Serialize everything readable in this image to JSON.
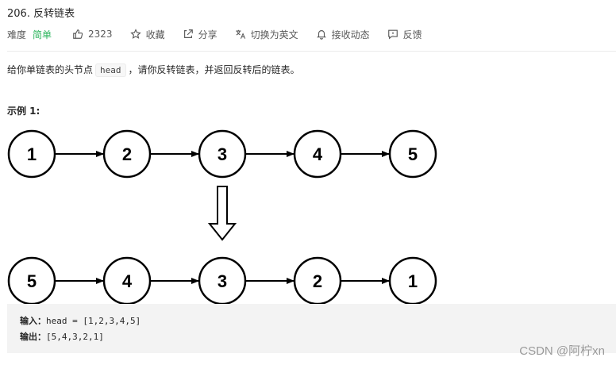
{
  "problem": {
    "title": "206. 反转链表",
    "difficulty_label": "难度",
    "difficulty_value": "简单",
    "likes": "2323",
    "favorite_label": "收藏",
    "share_label": "分享",
    "translate_label": "切换为英文",
    "notify_label": "接收动态",
    "feedback_label": "反馈"
  },
  "description": {
    "prefix": "给你单链表的头节点",
    "code": "head",
    "suffix": "，请你反转链表，并返回反转后的链表。"
  },
  "example": {
    "title": "示例 1:",
    "input_nodes": [
      "1",
      "2",
      "3",
      "4",
      "5"
    ],
    "output_nodes": [
      "5",
      "4",
      "3",
      "2",
      "1"
    ],
    "input_label": "输入：",
    "input_value": "head = [1,2,3,4,5]",
    "output_label": "输出：",
    "output_value": "[5,4,3,2,1]"
  },
  "watermark": "CSDN @阿柠xn",
  "colors": {
    "difficulty_easy": "#2db55d",
    "io_background": "#f3f3f3"
  },
  "icons": [
    "thumbs-up-icon",
    "star-icon",
    "share-icon",
    "translate-icon",
    "bell-icon",
    "feedback-icon"
  ]
}
